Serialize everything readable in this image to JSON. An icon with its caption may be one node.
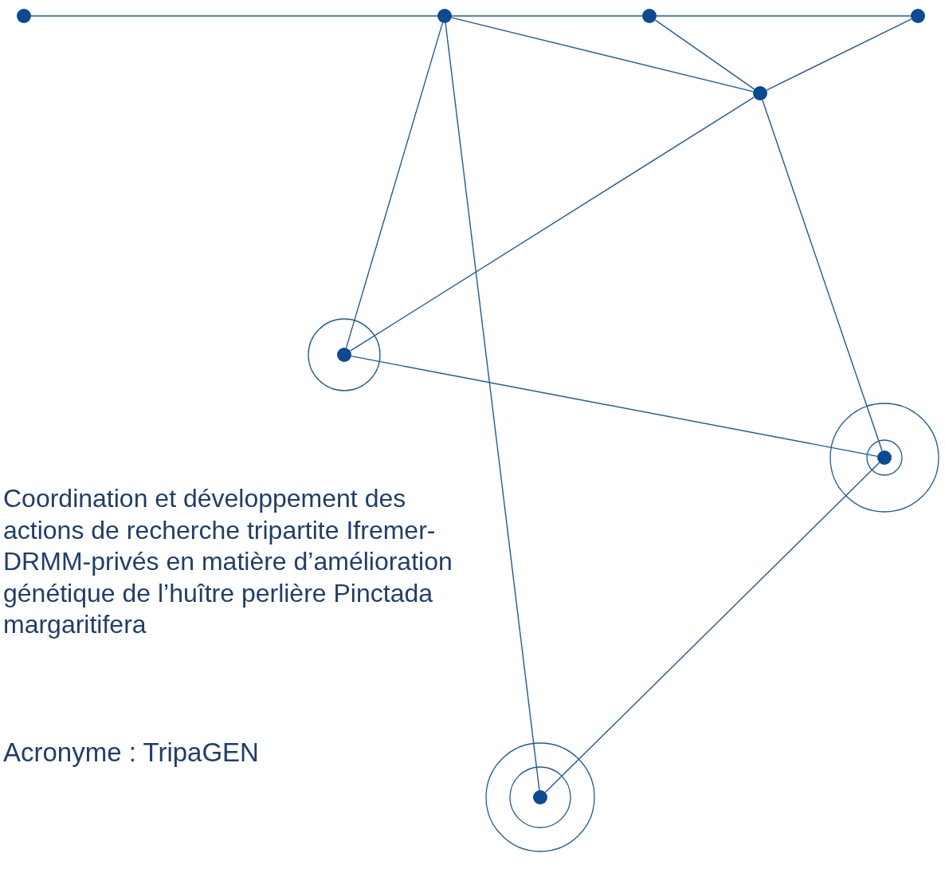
{
  "diagram": {
    "title": "Coordination et développement des actions de recherche tripartite Ifremer-DRMM-privés en matière d’amélioration génétique de l’huître perlière Pinctada margaritifera",
    "nodes": [
      {
        "text": [],
        "shape": "circle"
      },
      {
        "text": [],
        "shape": "circle"
      },
      {
        "text": [],
        "shape": "circle"
      },
      {
        "text": [],
        "shape": "circle"
      },
      {
        "text": [],
        "shape": "circle"
      },
      {
        "text": [],
        "shape": "circle"
      },
      {
        "text": [],
        "shape": "circle"
      },
      {
        "text": [],
        "shape": "circle"
      }
    ],
    "edges": [
      {
        "from": 0,
        "to": 1,
        "arrow": "none"
      },
      {
        "from": 1,
        "to": 2,
        "arrow": "none"
      },
      {
        "from": 2,
        "to": 3,
        "arrow": "none"
      },
      {
        "from": 1,
        "to": 4,
        "arrow": "none"
      },
      {
        "from": 2,
        "to": 4,
        "arrow": "none"
      },
      {
        "from": 3,
        "to": 4,
        "arrow": "none"
      },
      {
        "from": 1,
        "to": 5,
        "arrow": "none"
      },
      {
        "from": 1,
        "to": 7,
        "arrow": "none"
      },
      {
        "from": 4,
        "to": 5,
        "arrow": "none"
      },
      {
        "from": 4,
        "to": 6,
        "arrow": "none"
      },
      {
        "from": 5,
        "to": 6,
        "arrow": "none"
      },
      {
        "from": 6,
        "to": 7,
        "arrow": "none"
      }
    ],
    "labels": [
      "Acronyme : TripaGEN"
    ]
  }
}
